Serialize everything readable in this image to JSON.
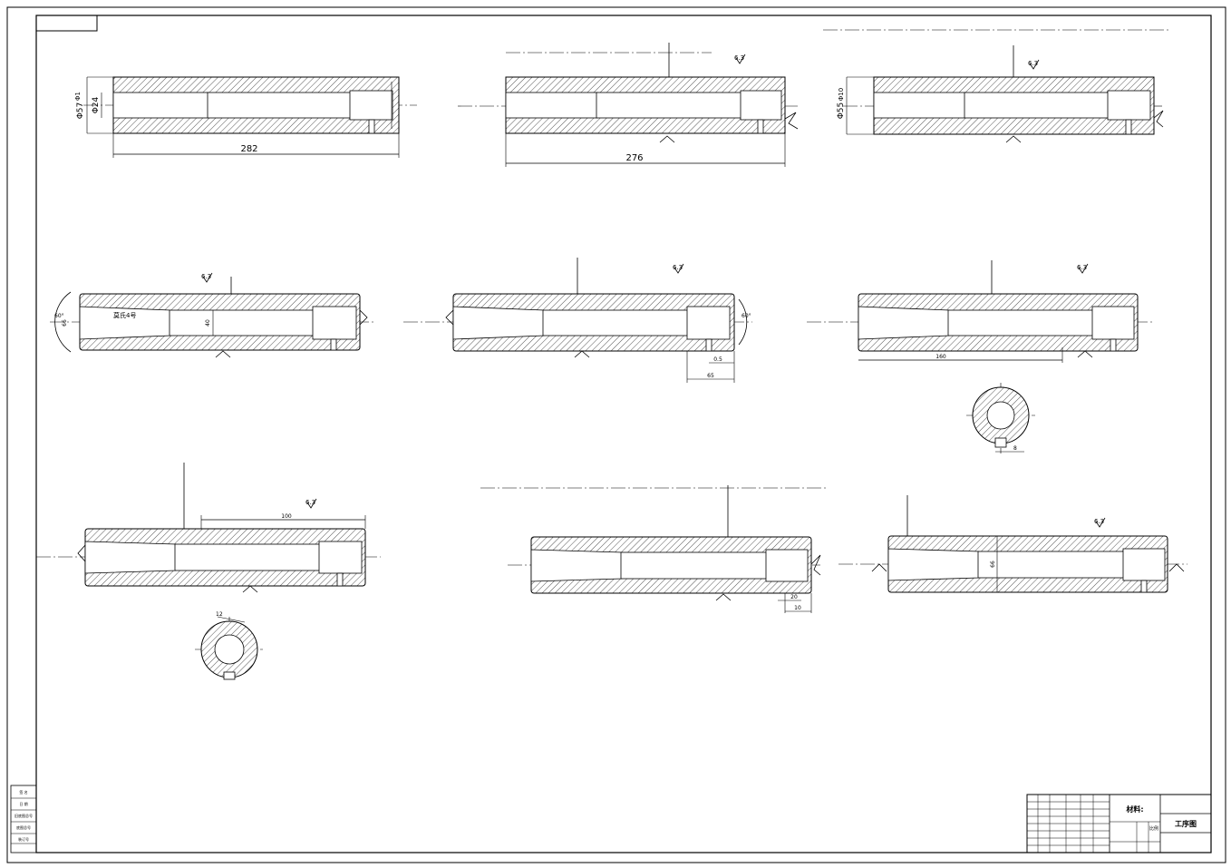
{
  "dims": {
    "d1": "282",
    "d2": "276",
    "d3": "Φ57",
    "d4": "Φ24",
    "d5": "Φ1",
    "d6": "Φ55",
    "d7": "Φ10",
    "d8": "60°",
    "d9": "60°",
    "d10": "66",
    "d11": "0.5",
    "d12": "65",
    "d13": "160",
    "d14": "100",
    "d15": "12",
    "d16": "10",
    "d17": "20",
    "d18": "40",
    "d19": "66"
  },
  "notes": {
    "taper": "莫氏4号",
    "keyway": "8"
  },
  "roughness": [
    "6.3",
    "6.3",
    "6.3",
    "6.3",
    "6.3",
    "6.3",
    "6.3"
  ],
  "title_block": {
    "material": "材料:",
    "drawing_name": "工序图",
    "scale_label": "比例"
  },
  "side_table": [
    "签  名",
    "日  期",
    "旧底图总号",
    "底图总号",
    "装订号"
  ],
  "colors": {
    "line": "#000000",
    "hatch": "#555555",
    "paper": "#ffffff"
  }
}
